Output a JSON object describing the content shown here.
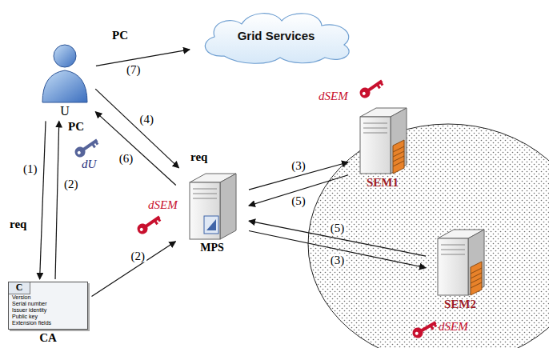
{
  "diagram": {
    "nodes": [
      {
        "text": [
          "U"
        ]
      },
      {
        "text": [
          "Grid Services"
        ]
      },
      {
        "text": [
          "MPS"
        ]
      },
      {
        "text": [
          "SEM1"
        ]
      },
      {
        "text": [
          "SEM2"
        ]
      },
      {
        "text": [
          "C",
          "Version",
          "Serial number",
          "Issuer identity",
          "Public key",
          "Extension fields",
          "CA"
        ]
      }
    ],
    "edges": [
      {
        "from": 0,
        "to": 1,
        "arrow": "to",
        "label": "(7)"
      },
      {
        "from": 0,
        "to": 5,
        "arrow": "to",
        "label": "(1)"
      },
      {
        "from": 5,
        "to": 0,
        "arrow": "to",
        "label": "(2)"
      },
      {
        "from": 5,
        "to": 2,
        "arrow": "to",
        "label": "(2)"
      },
      {
        "from": 0,
        "to": 2,
        "arrow": "to",
        "label": "(4)"
      },
      {
        "from": 2,
        "to": 0,
        "arrow": "to",
        "label": "(6)"
      },
      {
        "from": 2,
        "to": 3,
        "arrow": "to",
        "label": "(3)"
      },
      {
        "from": 3,
        "to": 2,
        "arrow": "to",
        "label": "(5)"
      },
      {
        "from": 2,
        "to": 4,
        "arrow": "to",
        "label": "(3)"
      },
      {
        "from": 4,
        "to": 2,
        "arrow": "to",
        "label": "(5)"
      }
    ],
    "labels": [
      "PC",
      "PC",
      "dU",
      "req",
      "req",
      "dSEM",
      "dSEM",
      "dSEM"
    ]
  }
}
